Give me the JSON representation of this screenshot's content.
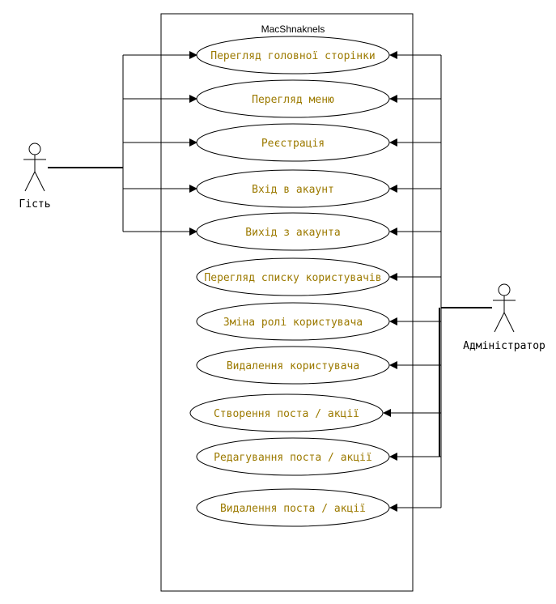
{
  "system": {
    "title": "MacShnaknels"
  },
  "actors": {
    "guest": {
      "label": "Гість"
    },
    "admin": {
      "label": "Адміністратор"
    }
  },
  "use_cases": [
    {
      "label": "Перегляд головної сторінки",
      "guest": true
    },
    {
      "label": "Перегляд меню",
      "guest": true
    },
    {
      "label": "Реєстрація",
      "guest": true
    },
    {
      "label": "Вхід в акаунт",
      "guest": true
    },
    {
      "label": "Вихід з акаунта",
      "guest": true
    },
    {
      "label": "Перегляд списку користувачів",
      "guest": false
    },
    {
      "label": "Зміна ролі користувача",
      "guest": false
    },
    {
      "label": "Видалення користувача",
      "guest": false
    },
    {
      "label": "Створення поста / акції",
      "guest": false
    },
    {
      "label": "Редагування поста / акції",
      "guest": false
    },
    {
      "label": "Видалення поста / акції",
      "guest": false
    }
  ]
}
